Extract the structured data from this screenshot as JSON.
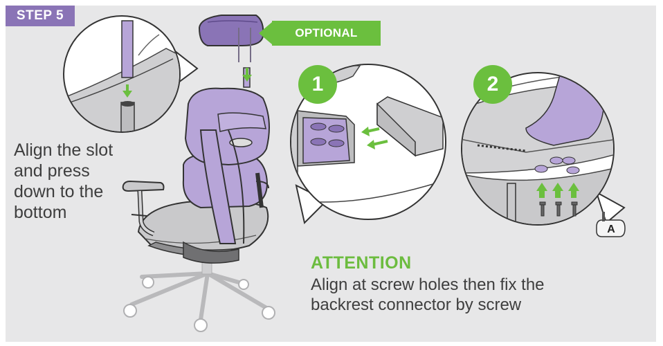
{
  "step_badge": "STEP 5",
  "optional_label": "OPTIONAL",
  "instruction_lines": [
    "Align the slot",
    "and press",
    "down to the",
    "bottom"
  ],
  "detail_numbers": [
    "1",
    "2"
  ],
  "attention": {
    "title": "ATTENTION",
    "lines": [
      "Align at screw holes then fix the",
      "backrest connector by screw"
    ]
  },
  "tool_label": "A",
  "colors": {
    "panel": "#e7e7e8",
    "accent_purple": "#8a74b6",
    "part_purple": "#b7a5d8",
    "accent_green": "#6bbf3e",
    "text_dark": "#3e3e3e"
  }
}
